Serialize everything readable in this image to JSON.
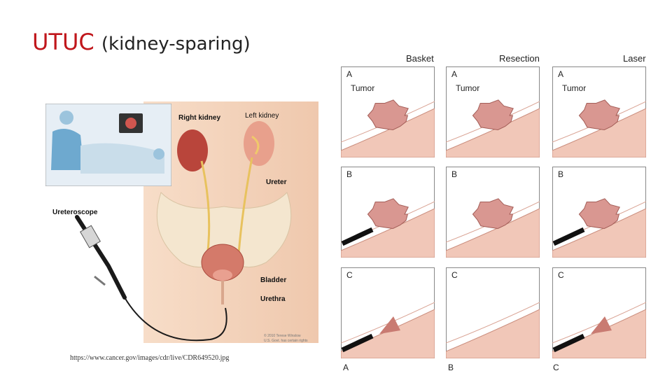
{
  "title": {
    "main": "UTUC",
    "sub": "(kidney-sparing)"
  },
  "anatomy": {
    "right_kidney": "Right kidney",
    "left_kidney": "Left kidney",
    "ureter": "Ureter",
    "ureteroscope": "Ureteroscope",
    "bladder": "Bladder",
    "urethra": "Urethra",
    "copyright_line1": "© 2010 Terese Winslow",
    "copyright_line2": "U.S. Govt. has certain rights"
  },
  "credit": "https://www.cancer.gov/images/cdr/live/CDR649520.jpg",
  "columns": [
    "Basket",
    "Resection",
    "Laser"
  ],
  "tumor_label": "Tumor",
  "row_labels": [
    "A",
    "B",
    "C"
  ],
  "bottom_labels": [
    "A",
    "B",
    "C"
  ]
}
